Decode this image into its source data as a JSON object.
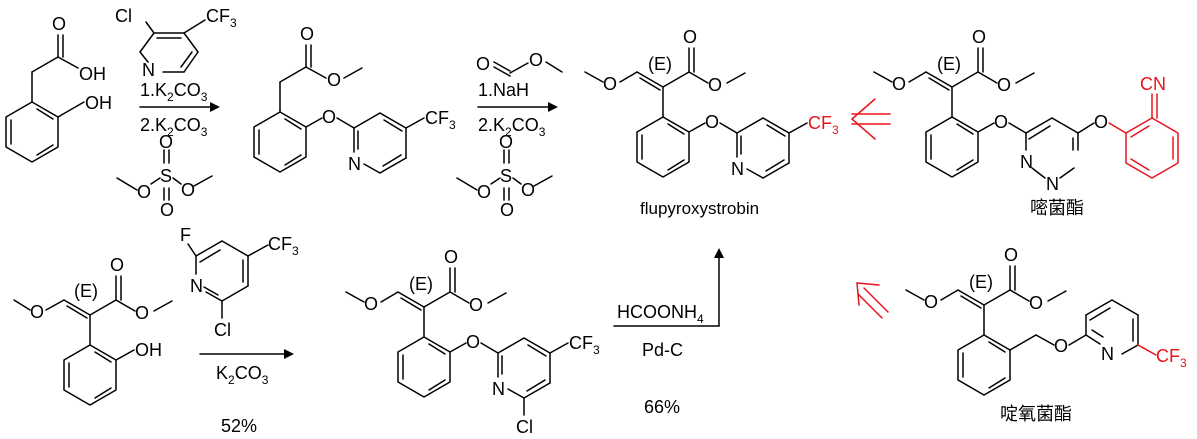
{
  "top_route": {
    "step1_reagents": [
      "1.K",
      "2",
      "CO",
      "3",
      "2.K",
      "2",
      "CO",
      "3"
    ],
    "step2_reagents": [
      "1.NaH",
      "2.K",
      "2",
      "CO",
      "3"
    ],
    "product_label": "flupyroxystrobin"
  },
  "bottom_route": {
    "step1_reagent": [
      "K",
      "2",
      "CO",
      "3"
    ],
    "step1_yield": "52%",
    "step2_reagent_top": [
      "HCOONH",
      "4"
    ],
    "step2_reagent_bottom": "Pd-C",
    "step2_yield": "66%"
  },
  "right_column": {
    "top_compound_name": "嘧菌酯",
    "bottom_compound_name": "啶氧菌酯"
  },
  "atoms": {
    "Cl": "Cl",
    "CF": "CF",
    "three": "3",
    "N": "N",
    "O": "O",
    "OH": "OH",
    "S": "S",
    "F": "F",
    "E": "(E)",
    "CN": "CN"
  },
  "colors": {
    "highlight": "#e8141b",
    "ink": "#000000"
  }
}
